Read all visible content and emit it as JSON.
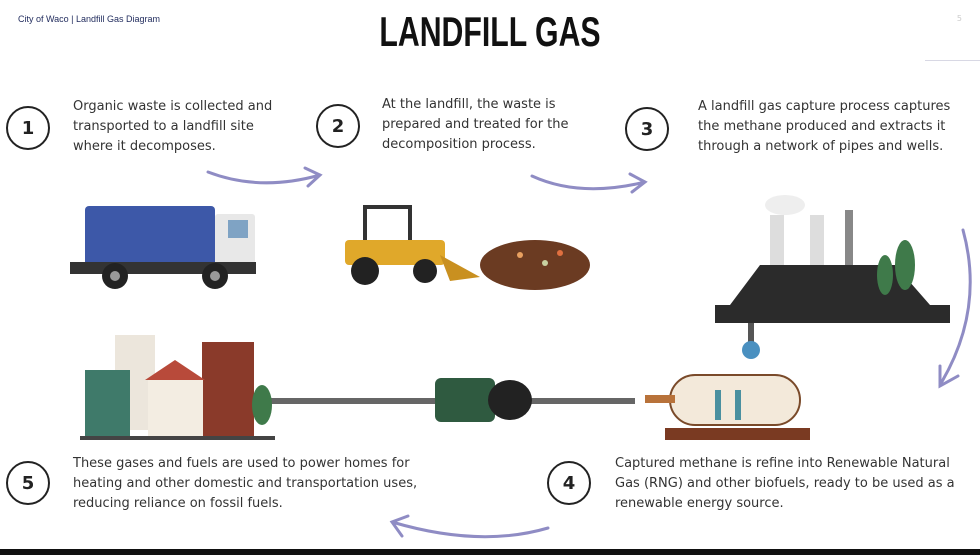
{
  "header": {
    "label": "City of Waco | Landfill Gas Diagram",
    "title": "LANDFILL GAS",
    "page_number": "5"
  },
  "steps": [
    {
      "number": "1",
      "text": "Organic waste is collected and transported to a landfill site where it decomposes."
    },
    {
      "number": "2",
      "text": "At the landfill, the waste is prepared and treated for the decomposition process."
    },
    {
      "number": "3",
      "text": "A landfill gas capture process captures the methane produced and extracts it through a network of pipes and wells."
    },
    {
      "number": "4",
      "text": "Captured methane is refine into Renewable Natural Gas (RNG) and other biofuels, ready to be used as a renewable energy source."
    },
    {
      "number": "5",
      "text": "These gases and fuels are used to power homes for heating and other domestic and transportation uses, reducing reliance on fossil fuels."
    }
  ],
  "colors": {
    "arrow": "#8f8cc4",
    "truck": "#3d58a8",
    "loader": "#e0a82a"
  }
}
